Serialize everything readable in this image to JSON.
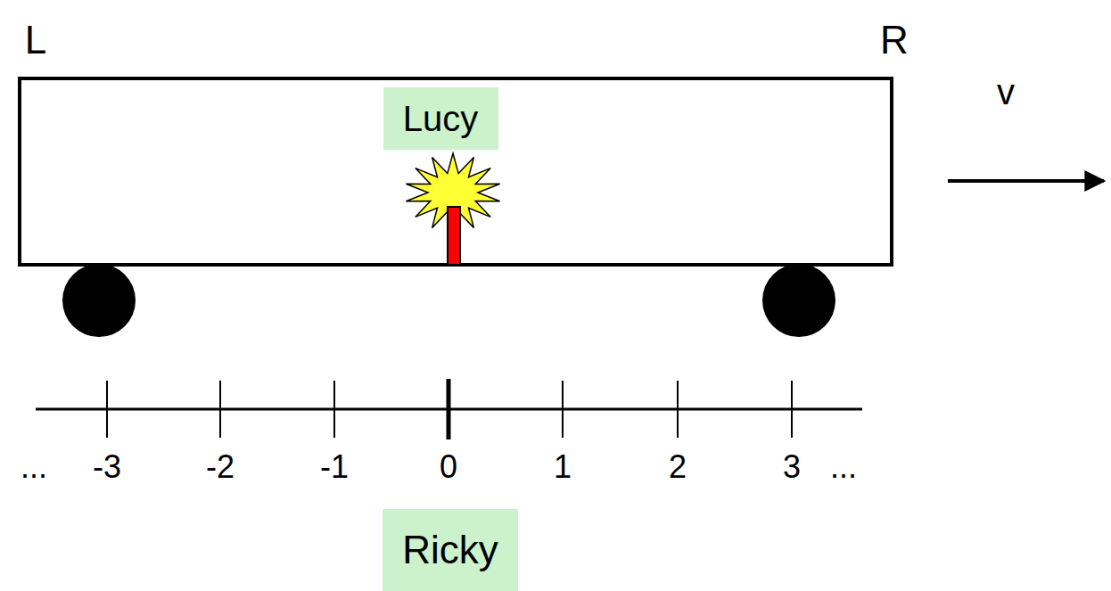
{
  "diagram": {
    "nodes": [
      {
        "text": [
          "Lucy"
        ]
      },
      {
        "text": [
          "Ricky"
        ]
      }
    ],
    "labels": [
      "L",
      "R",
      "v",
      "...",
      "-3",
      "-2",
      "-1",
      "0",
      "1",
      "2",
      "3",
      "..."
    ]
  }
}
